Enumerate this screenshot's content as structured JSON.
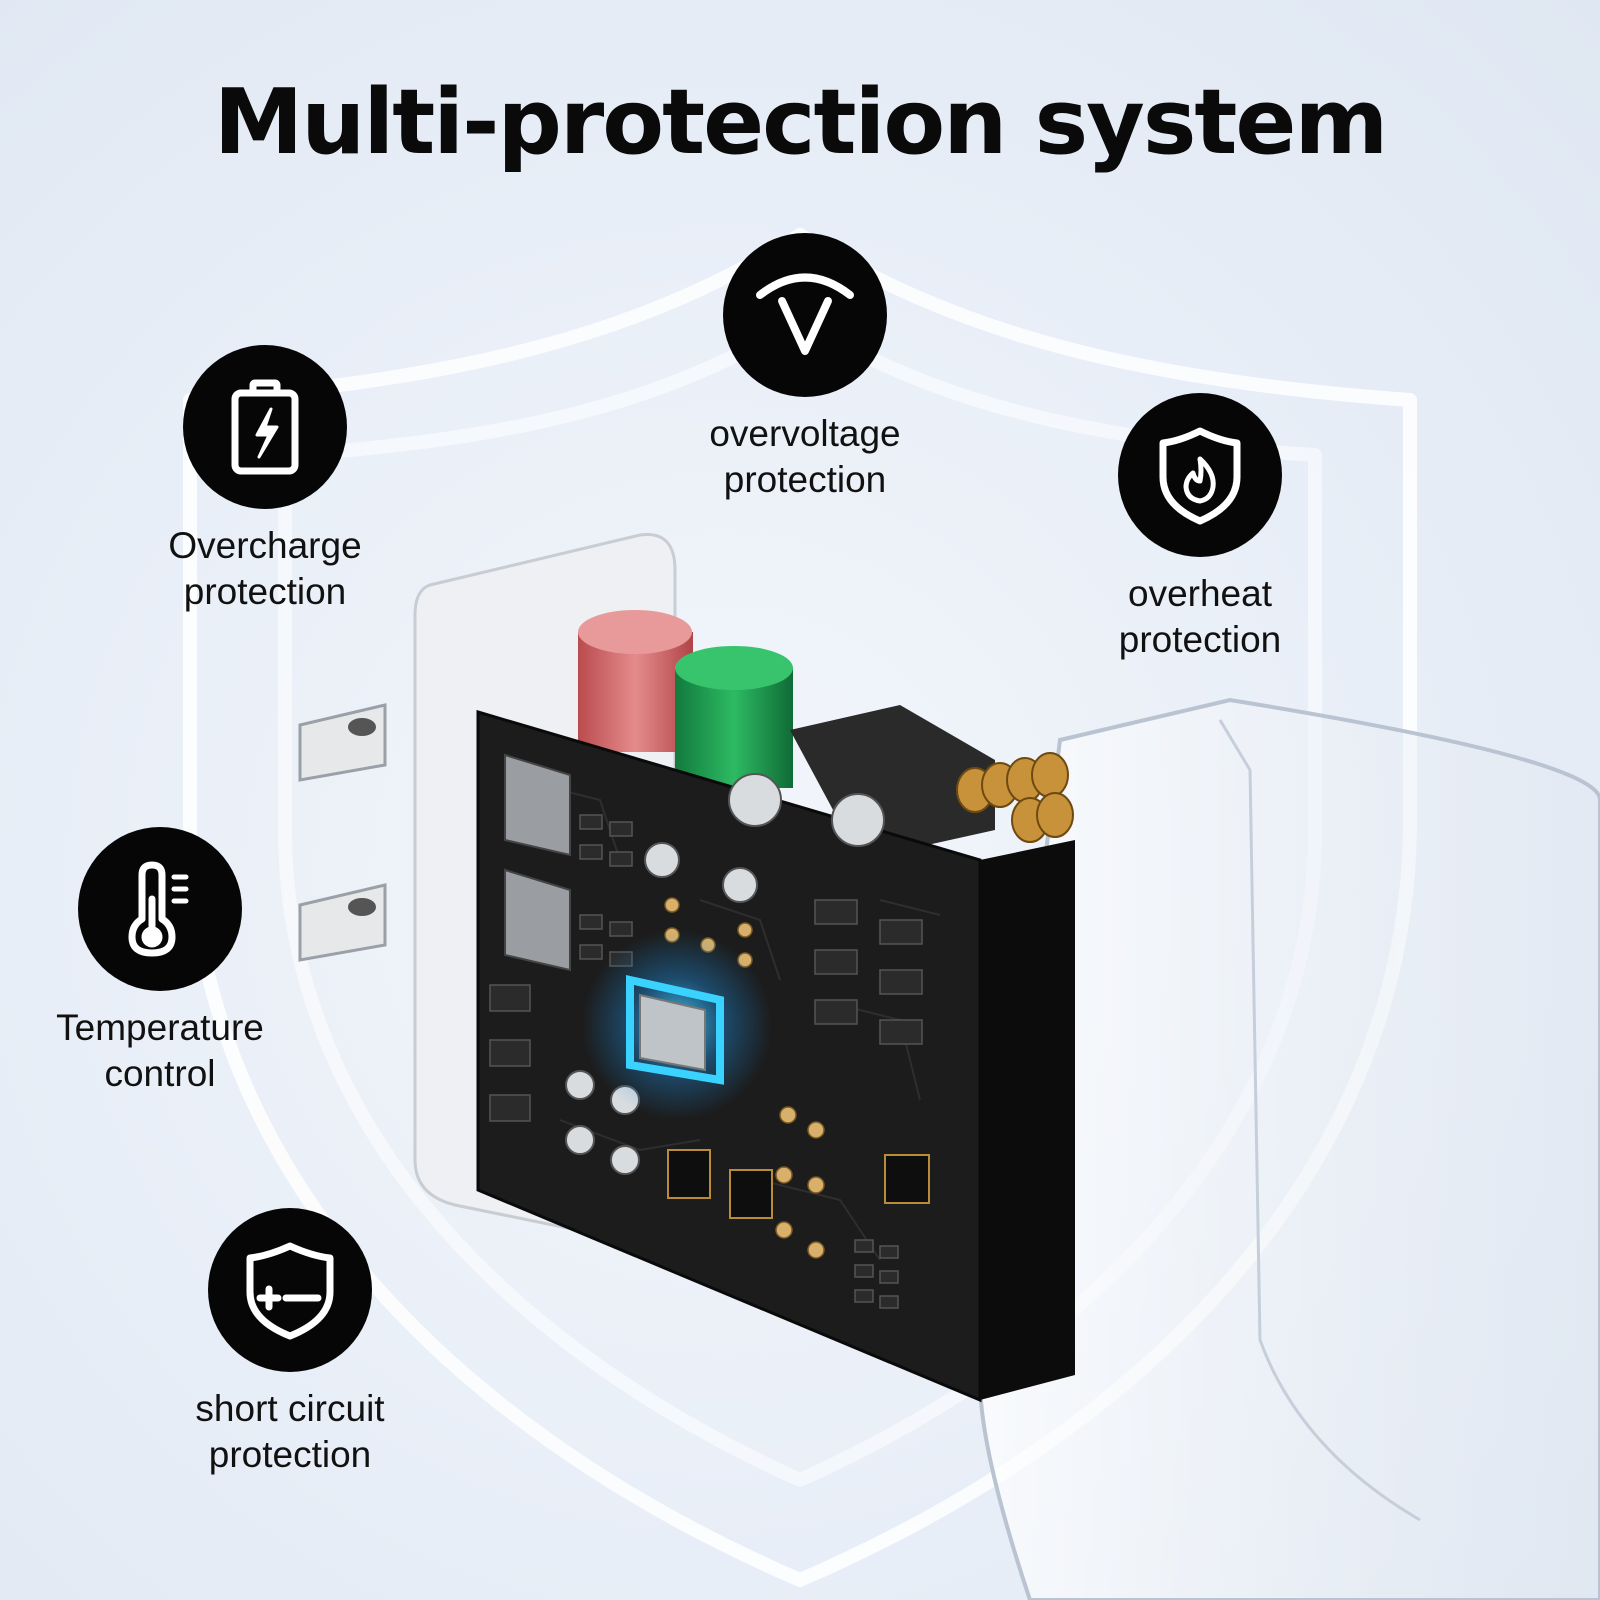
{
  "title": "Multi-protection system",
  "features": [
    {
      "id": "overcharge",
      "icon": "battery-bolt-icon",
      "label": "Overcharge\nprotection"
    },
    {
      "id": "overvoltage",
      "icon": "voltage-v-icon",
      "label": "overvoltage\nprotection"
    },
    {
      "id": "overheat",
      "icon": "shield-flame-icon",
      "label": "overheat\nprotection"
    },
    {
      "id": "temperature",
      "icon": "thermometer-icon",
      "label": "Temperature\ncontrol"
    },
    {
      "id": "short-circuit",
      "icon": "shield-plus-minus-icon",
      "label": "short circuit\nprotection"
    }
  ],
  "colors": {
    "background": "#e8eef7",
    "icon_circle": "#060606",
    "icon_stroke": "#ffffff",
    "pcb": "#1c1c1c",
    "chip_glow": "#2fc7ff",
    "capacitor_red": "#d8686a",
    "capacitor_green": "#1f9a52"
  }
}
